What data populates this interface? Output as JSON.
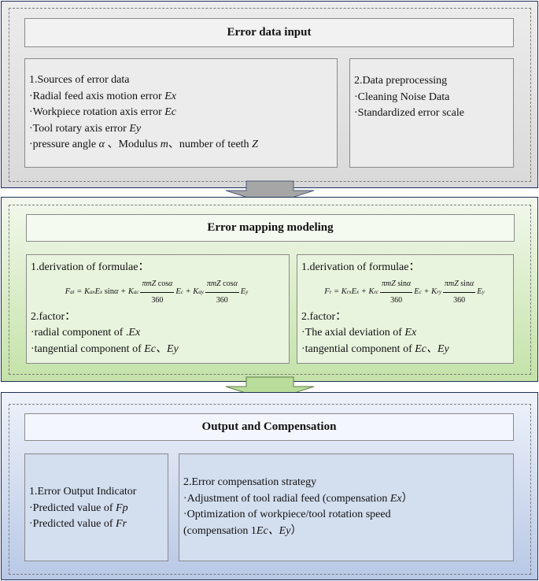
{
  "stage1": {
    "title": "Error data input",
    "sources": {
      "heading": "1.Sources of error data",
      "line1_text": "·Radial feed axis motion error ",
      "line1_var": "Ex",
      "line2_text": "·Workpiece rotation axis error ",
      "line2_var": "Ec",
      "line3_text": "·Tool rotary axis error ",
      "line3_var": "Ey",
      "line4_a": "·pressure angle ",
      "line4_alpha": "α",
      "line4_b": " 、Modulus ",
      "line4_m": "m",
      "line4_c": "、number of teeth ",
      "line4_z": "Z"
    },
    "preprocessing": {
      "heading": "2.Data preprocessing",
      "line1": "·Cleaning Noise Data",
      "line2": "·Standardized error scale"
    }
  },
  "stage2": {
    "title": "Error mapping modeling",
    "left": {
      "heading": "1.derivation of formulae：",
      "factor_heading": "2.factor：",
      "factor1_text": "·radial component of .",
      "factor1_var": "Ex",
      "factor2_text": "·tangential component of  ",
      "factor2_vars": "Ec、Ey"
    },
    "right": {
      "heading": "1.derivation of formulae：",
      "factor_heading": "2.factor：",
      "factor1_text": "·The axial deviation of ",
      "factor1_var": "Ex",
      "factor2_text": "·tangential component of ",
      "factor2_vars": "Ec、Ey"
    }
  },
  "stage3": {
    "title": "Output and Compensation",
    "output": {
      "heading": "1.Error Output Indicator",
      "line1_text": "·Predicted value of ",
      "line1_var": "Fp",
      "line2_text": "·Predicted value of ",
      "line2_var": "Fr"
    },
    "strategy": {
      "heading": "2.Error compensation strategy",
      "line1_text": "·Adjustment of tool radial feed (compensation ",
      "line1_var": "Ex",
      "line1_end": "）",
      "line2": "·Optimization of workpiece/tool rotation speed",
      "line3_text": "(compensation 1",
      "line3_vars": "Ec、Ey",
      "line3_end": "）"
    }
  },
  "colors": {
    "stage1_bg": "#e3e3e3",
    "stage2_bg": "#d6ebc3",
    "stage3_bg": "#cdd8ec",
    "arrow1": "#a6a6a6",
    "arrow2": "#b9dc9a"
  }
}
